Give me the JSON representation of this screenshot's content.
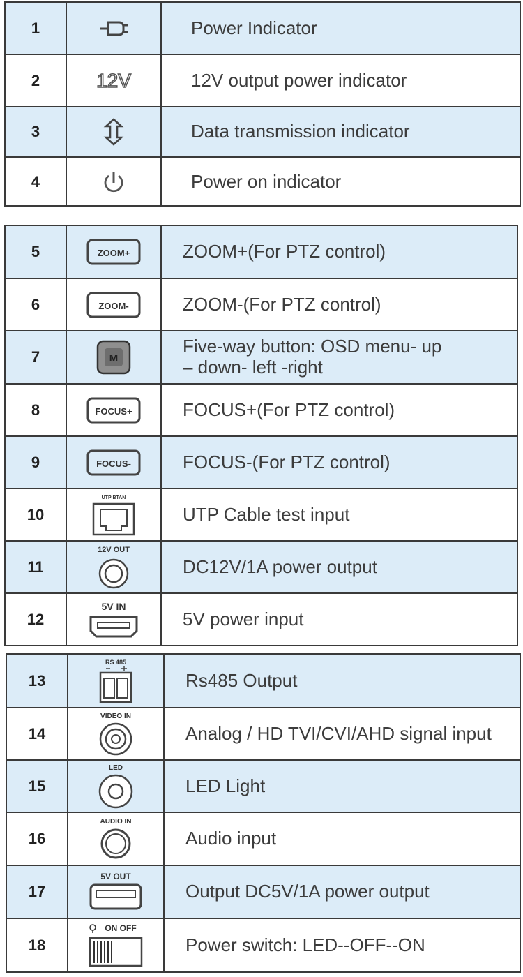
{
  "tables": [
    {
      "rows": [
        {
          "num": "1",
          "icon": "plug-icon",
          "desc": "Power Indicator"
        },
        {
          "num": "2",
          "icon": "12v-icon",
          "icon_text": "12V",
          "desc": "12V output power indicator"
        },
        {
          "num": "3",
          "icon": "data-arrows-icon",
          "desc": "Data transmission indicator"
        },
        {
          "num": "4",
          "icon": "power-icon",
          "desc": "Power on indicator"
        }
      ]
    },
    {
      "rows": [
        {
          "num": "5",
          "icon": "zoom-plus-button-icon",
          "icon_text": "ZOOM+",
          "desc": "ZOOM+(For PTZ control)"
        },
        {
          "num": "6",
          "icon": "zoom-minus-button-icon",
          "icon_text": "ZOOM-",
          "desc": "ZOOM-(For PTZ control)"
        },
        {
          "num": "7",
          "icon": "five-way-button-icon",
          "icon_text": "M",
          "desc": "Five-way button:  OSD menu- up\n– down- left -right"
        },
        {
          "num": "8",
          "icon": "focus-plus-button-icon",
          "icon_text": "FOCUS+",
          "desc": "FOCUS+(For PTZ control)"
        },
        {
          "num": "9",
          "icon": "focus-minus-button-icon",
          "icon_text": "FOCUS-",
          "desc": "FOCUS-(For PTZ control)"
        },
        {
          "num": "10",
          "icon": "rj45-port-icon",
          "icon_text": "UTP BTAN",
          "desc": "UTP Cable test input"
        },
        {
          "num": "11",
          "icon": "dc-jack-icon",
          "icon_text": "12V  OUT",
          "desc": "DC12V/1A power output"
        },
        {
          "num": "12",
          "icon": "micro-usb-icon",
          "icon_text": "5V  IN",
          "desc": "5V power input"
        }
      ]
    },
    {
      "rows": [
        {
          "num": "13",
          "icon": "rs485-terminal-icon",
          "icon_text": "RS  485",
          "desc": "Rs485 Output"
        },
        {
          "num": "14",
          "icon": "bnc-connector-icon",
          "icon_text": "VIDEO IN",
          "desc": "Analog / HD TVI/CVI/AHD signal input"
        },
        {
          "num": "15",
          "icon": "led-icon",
          "icon_text": "LED",
          "desc": "LED Light"
        },
        {
          "num": "16",
          "icon": "audio-jack-icon",
          "icon_text": "AUDIO IN",
          "desc": "Audio input"
        },
        {
          "num": "17",
          "icon": "usb-a-port-icon",
          "icon_text": "5V  OUT",
          "desc": "Output DC5V/1A power output"
        },
        {
          "num": "18",
          "icon": "power-switch-icon",
          "icon_text": "ON  OFF",
          "desc": "Power switch:  LED--OFF--ON"
        }
      ]
    }
  ],
  "colors": {
    "shade": "#dcecf8",
    "border": "#3a3a3a",
    "text": "#3c3c3c"
  }
}
